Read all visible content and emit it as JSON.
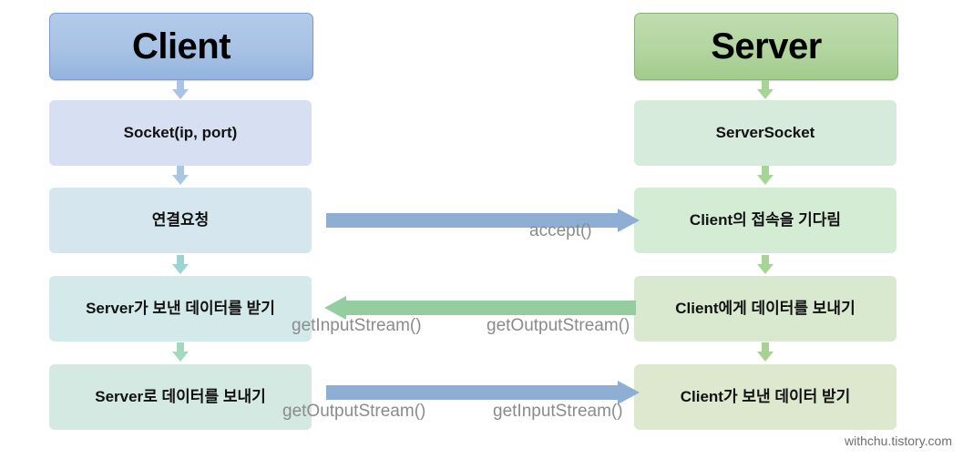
{
  "diagram": {
    "title_client": "Client",
    "title_server": "Server",
    "watermark": "withchu.tistory.com"
  },
  "columns": {
    "client": {
      "header": "Client",
      "steps": [
        {
          "label": "Socket(ip, port)"
        },
        {
          "label": "연결요청"
        },
        {
          "label": "Server가 보낸 데이터를 받기"
        },
        {
          "label": "Server로 데이터를 보내기"
        }
      ]
    },
    "server": {
      "header": "Server",
      "steps": [
        {
          "label": "ServerSocket"
        },
        {
          "label": "Client의 접속을 기다림"
        },
        {
          "label": "Client에게 데이터를 보내기"
        },
        {
          "label": "Client가 보낸 데이터 받기"
        }
      ]
    }
  },
  "messages": [
    {
      "id": "accept",
      "direction": "client-to-server",
      "color": "#8faed4",
      "labels": [
        "accept()"
      ]
    },
    {
      "id": "server-send",
      "direction": "server-to-client",
      "color": "#93cda0",
      "labels": [
        "getInputStream()",
        "getOutputStream()"
      ]
    },
    {
      "id": "client-send",
      "direction": "client-to-server",
      "color": "#8faed4",
      "labels": [
        "getOutputStream()",
        "getInputStream()"
      ]
    }
  ],
  "labels": {
    "accept": "accept()",
    "get_input_stream": "getInputStream()",
    "get_output_stream": "getOutputStream()"
  },
  "colors": {
    "client_header_top": "#b3cbe9",
    "client_header_bottom": "#93b4de",
    "server_header_top": "#bfdcae",
    "server_header_bottom": "#a2cb8c",
    "client_box_1": "#d6e0f2",
    "client_box_2": "#d5e6ee",
    "client_box_3": "#d4eaea",
    "client_box_4": "#d4e9e2",
    "server_box_1": "#d6ebdb",
    "server_box_2": "#d5ecd4",
    "server_box_3": "#d8e9cf",
    "server_box_4": "#dde8cf",
    "blue_arrow": "#8faed4",
    "green_arrow": "#93cda0",
    "call_label_text": "#8b8b8b",
    "watermark_text": "#6f6f6f"
  }
}
